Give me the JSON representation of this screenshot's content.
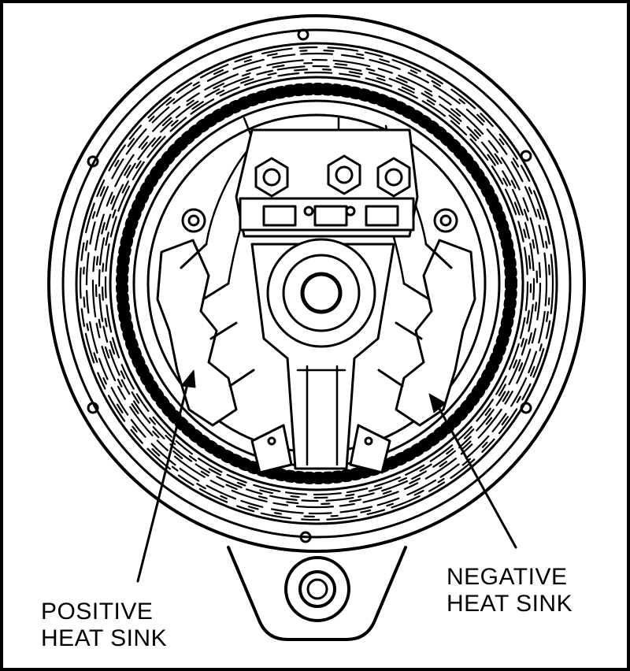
{
  "labels": {
    "positive": {
      "line1": "POSITIVE",
      "line2": "HEAT SINK"
    },
    "negative": {
      "line1": "NEGATIVE",
      "line2": "HEAT SINK"
    }
  },
  "colors": {
    "ink": "#000000",
    "paper": "#ffffff"
  }
}
